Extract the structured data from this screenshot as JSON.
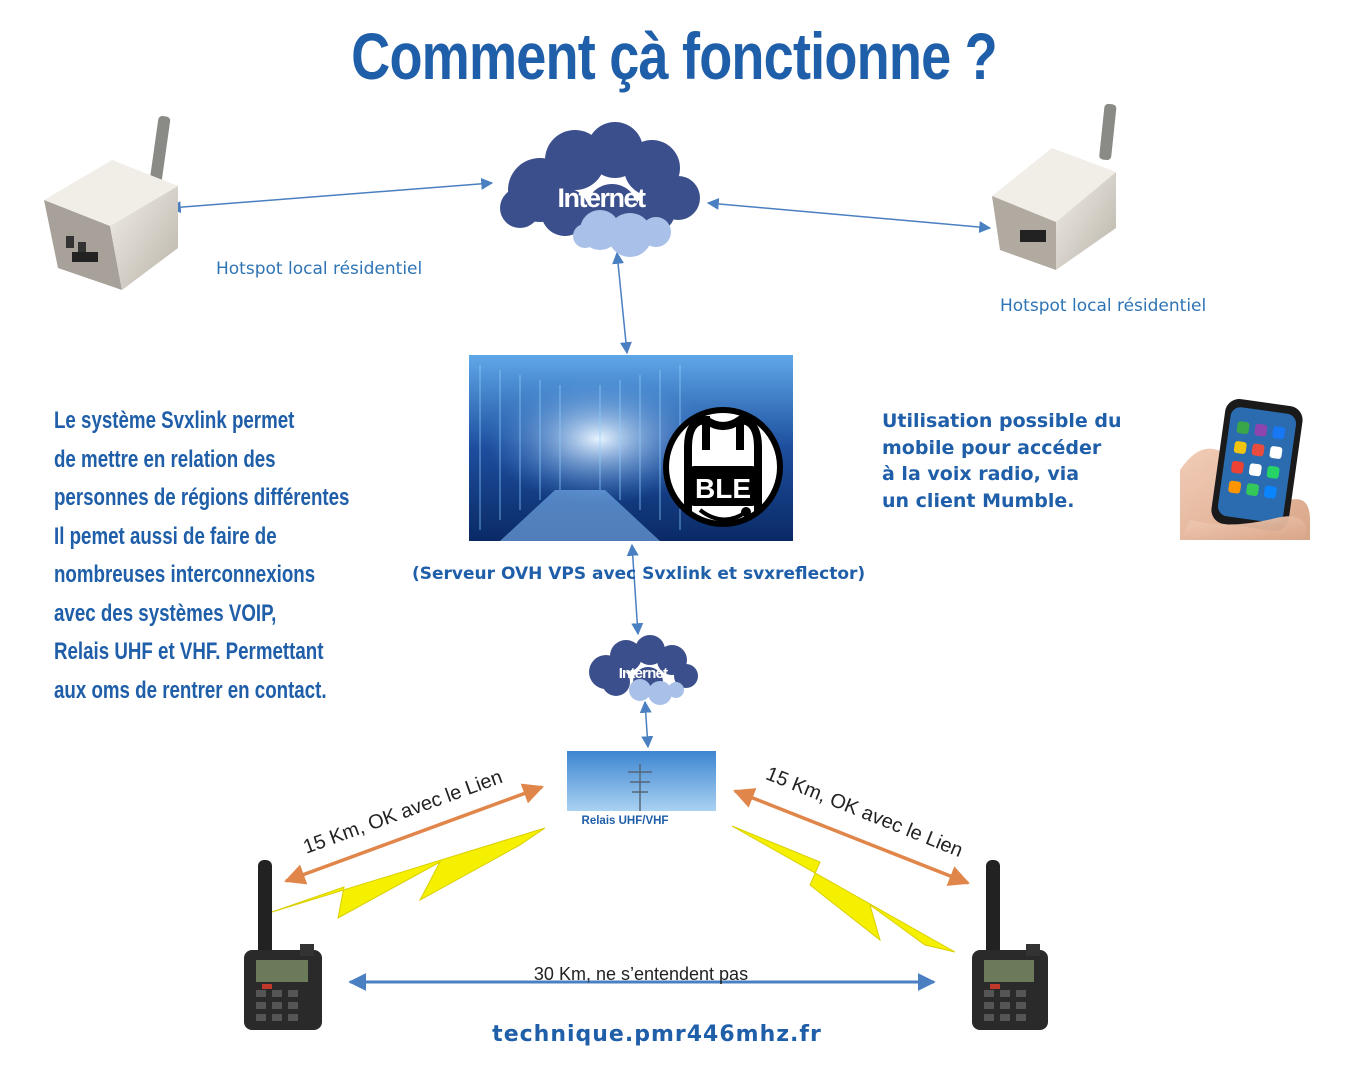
{
  "title": "Comment çà fonctionne ?",
  "nodes": {
    "internet_top": "Internet",
    "internet_small": "Internet",
    "hotspot_left_label": "Hotspot local résidentiel",
    "hotspot_right_label": "Hotspot local résidentiel",
    "server_caption": "(Serveur OVH VPS avec Svxlink et svxreflector)",
    "mumble_logo": "BLE",
    "relay_label": "Relais UHF/VHF"
  },
  "left_text": [
    "Le système Svxlink permet",
    "de mettre en relation des",
    "personnes de régions différentes",
    "Il pemet aussi de faire de",
    "nombreuses interconnexions",
    "avec des systèmes VOIP,",
    "Relais UHF et VHF. Permettant",
    "aux oms de rentrer en contact."
  ],
  "right_text": [
    "Utilisation possible du",
    "mobile pour accéder",
    "à la voix radio, via",
    "un client Mumble."
  ],
  "links": {
    "left_range": "15 Km, OK avec le Lien",
    "right_range": "15 Km, OK avec le Lien",
    "bottom_range": "30 Km, ne s’entendent pas"
  },
  "footer": "technique.pmr446mhz.fr",
  "colors": {
    "title": "#1f5ea8",
    "text": "#1f5ea8",
    "label": "#2e74b5",
    "arrow_blue": "#4a7fc1",
    "arrow_orange": "#e0864a",
    "bolt": "#f4f000",
    "cloud": "#3b4f8c"
  }
}
